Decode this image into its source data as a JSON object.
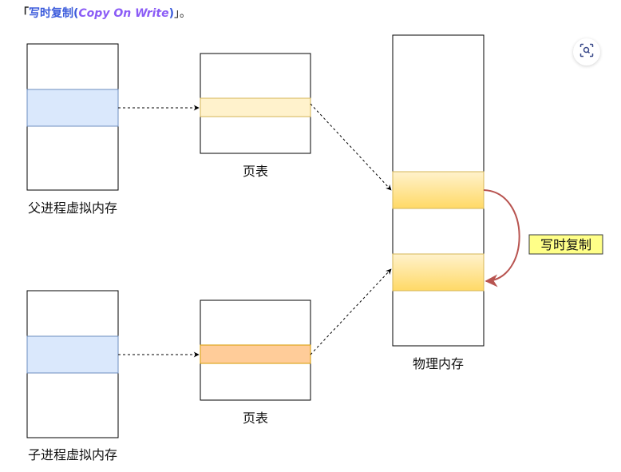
{
  "heading": {
    "open_bracket": "「",
    "cn_title": "写时复制",
    "paren_open": "(",
    "en_title": "Copy On Write",
    "paren_close": ")",
    "close_bracket": "」。"
  },
  "diagram": {
    "parent_vm_label": "父进程虚拟内存",
    "child_vm_label": "子进程虚拟内存",
    "page_table_top_label": "页表",
    "page_table_bottom_label": "页表",
    "physical_memory_label": "物理内存",
    "cow_label": "写时复制"
  },
  "colors": {
    "vm_segment": "#dae8fc",
    "vm_segment_border": "#6c8ebf",
    "page_table_top_entry": "#fff2cc",
    "page_table_top_border": "#d6b656",
    "page_table_bottom_entry": "#ffcc99",
    "page_table_bottom_border": "#d79b00",
    "phys_gradient_top": "#fff2cc",
    "phys_gradient_bottom": "#ffd966",
    "phys_border": "#d6b656",
    "cow_arrow": "#b85450",
    "cow_label_bg": "#ffff88",
    "cow_label_border": "#36393d"
  },
  "icons": {
    "zoom": "zoom-scan-icon"
  }
}
